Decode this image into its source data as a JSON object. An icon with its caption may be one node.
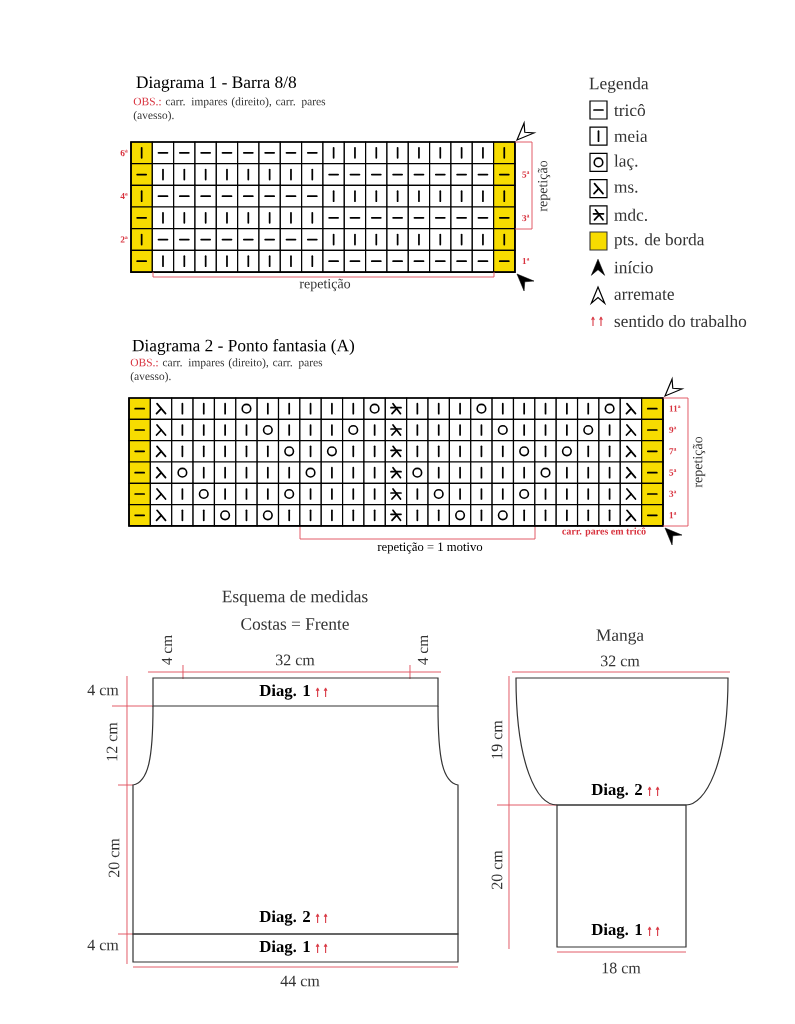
{
  "diagram": {
    "nodes": [
      {
        "text": [
          "Diag. 1"
        ]
      },
      {
        "text": [
          "Diag. 2"
        ]
      },
      {
        "text": [
          "Diag. 1"
        ]
      },
      {
        "text": [
          "Diag. 2"
        ]
      },
      {
        "text": [
          "Diag. 1"
        ]
      }
    ],
    "labels": [
      "Diagrama 1 - Barra 8/8",
      "OBS.:",
      "carr. impares (direito), carr. pares (avesso).",
      "6ª",
      "5ª",
      "4ª",
      "3ª",
      "2ª",
      "1ª",
      "repetição",
      "repetição",
      "Legenda",
      "Diagrama 2 - Ponto fantasia (A)",
      "OBS.:",
      "carr. impares (direito), carr. pares (avesso).",
      "11ª",
      "9ª",
      "7ª",
      "5ª",
      "3ª",
      "1ª",
      "repetição",
      "repetição = 1 motivo",
      "carr. pares em tricô",
      "Esquema de medidas",
      "Costas = Frente",
      "4 cm",
      "32 cm",
      "4 cm",
      "Manga",
      "32 cm",
      "4 cm",
      "12 cm",
      "19 cm",
      "20 cm",
      "20 cm",
      "4 cm",
      "44 cm",
      "18 cm"
    ],
    "legend": [
      {
        "text": "tricô"
      },
      {
        "text": "meia"
      },
      {
        "text": "laç."
      },
      {
        "text": "ms."
      },
      {
        "text": "mdc."
      },
      {
        "text": "pts. de borda",
        "color": "#f7dc00"
      },
      {
        "text": "início"
      },
      {
        "text": "arremate"
      },
      {
        "text": "sentido do trabalho"
      }
    ]
  }
}
